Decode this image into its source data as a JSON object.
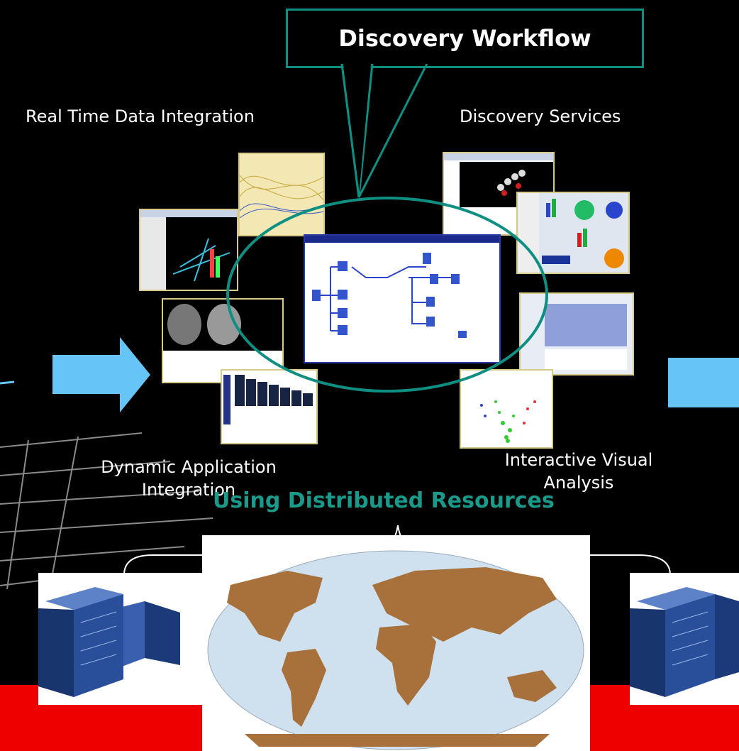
{
  "title": "Discovery Workflow",
  "labels": {
    "top_left": "Real Time Data Integration",
    "top_right": "Discovery Services",
    "bottom_left": "Dynamic Application Integration",
    "bottom_right": "Interactive Visual Analysis",
    "resources": "Using Distributed Resources"
  },
  "icons": {
    "arrow": "right-arrow-icon",
    "server": "server-rack-icon",
    "map": "world-map-icon"
  },
  "colors": {
    "background": "#000000",
    "callout_border": "#0e8f82",
    "ellipse": "#0e8f82",
    "resources_text": "#1a9a8a",
    "arrow": "#66c4f6",
    "bottom_bar": "#ee0000",
    "land": "#a8703a",
    "ocean": "#d8e7f1"
  }
}
